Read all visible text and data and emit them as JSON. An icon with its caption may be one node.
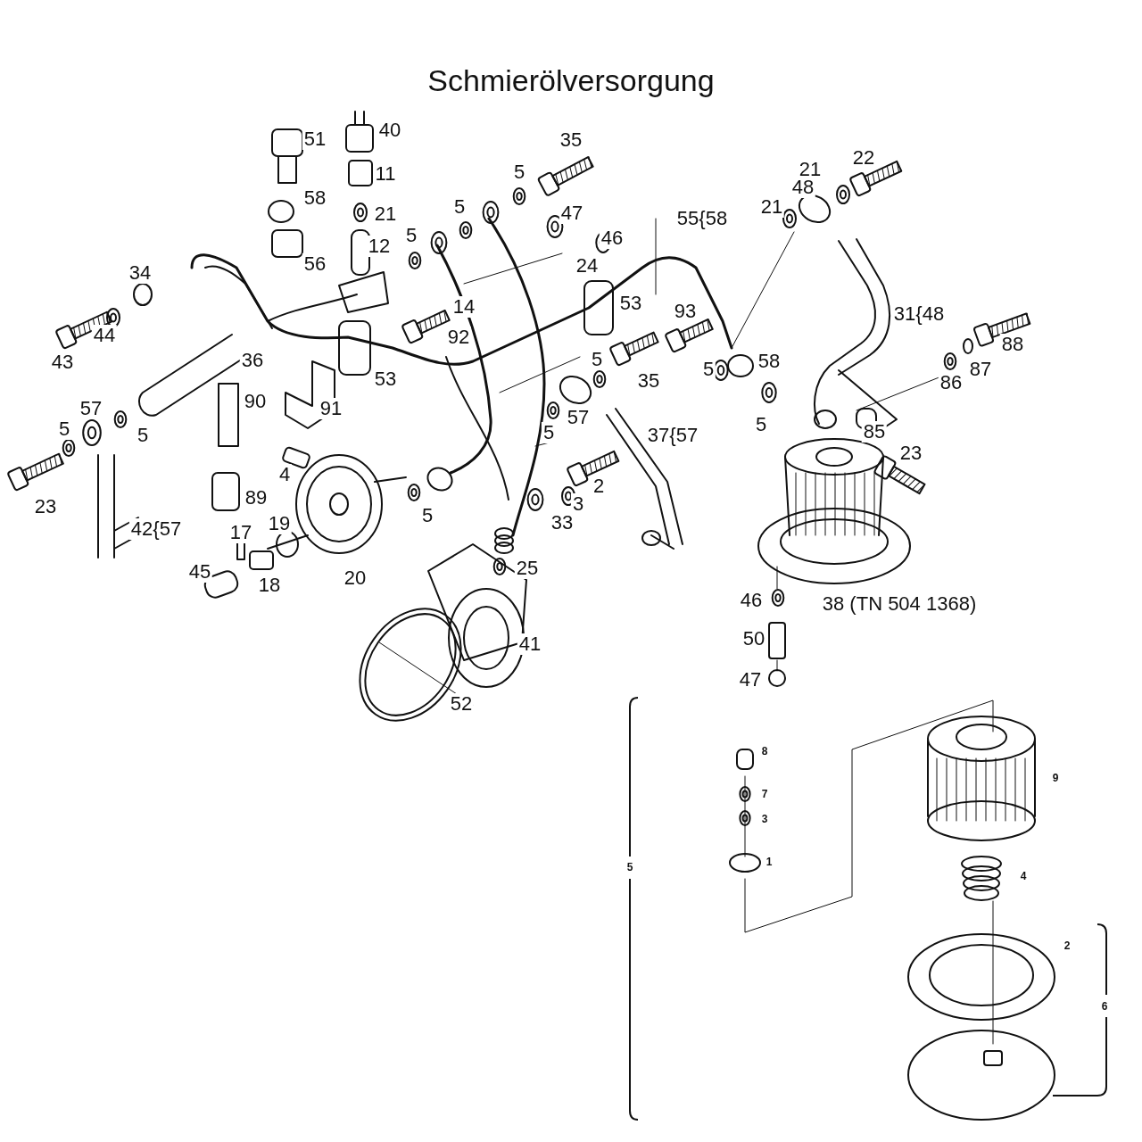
{
  "diagram": {
    "title": "Schmierölversorgung",
    "labels": [
      "40",
      "51",
      "35",
      "22",
      "5",
      "11",
      "21",
      "48",
      "5",
      "58",
      "21",
      "47",
      "55{58",
      "5",
      "46",
      "21",
      "12",
      "56",
      "24",
      "34",
      "14",
      "53",
      "93",
      "31{48",
      "92",
      "44",
      "36",
      "43",
      "5",
      "58",
      "88",
      "87",
      "53",
      "35",
      "5",
      "86",
      "90",
      "91",
      "57",
      "5",
      "5",
      "57",
      "37{57",
      "5",
      "5",
      "85",
      "23",
      "4",
      "2",
      "23",
      "89",
      "3",
      "5",
      "33",
      "42{57",
      "17",
      "19",
      "45",
      "20",
      "18",
      "25",
      "46",
      "38 (TN 504 1368)",
      "41",
      "50",
      "47",
      "52",
      "8",
      "9",
      "7",
      "3",
      "1",
      "5",
      "4",
      "2",
      "6"
    ]
  }
}
